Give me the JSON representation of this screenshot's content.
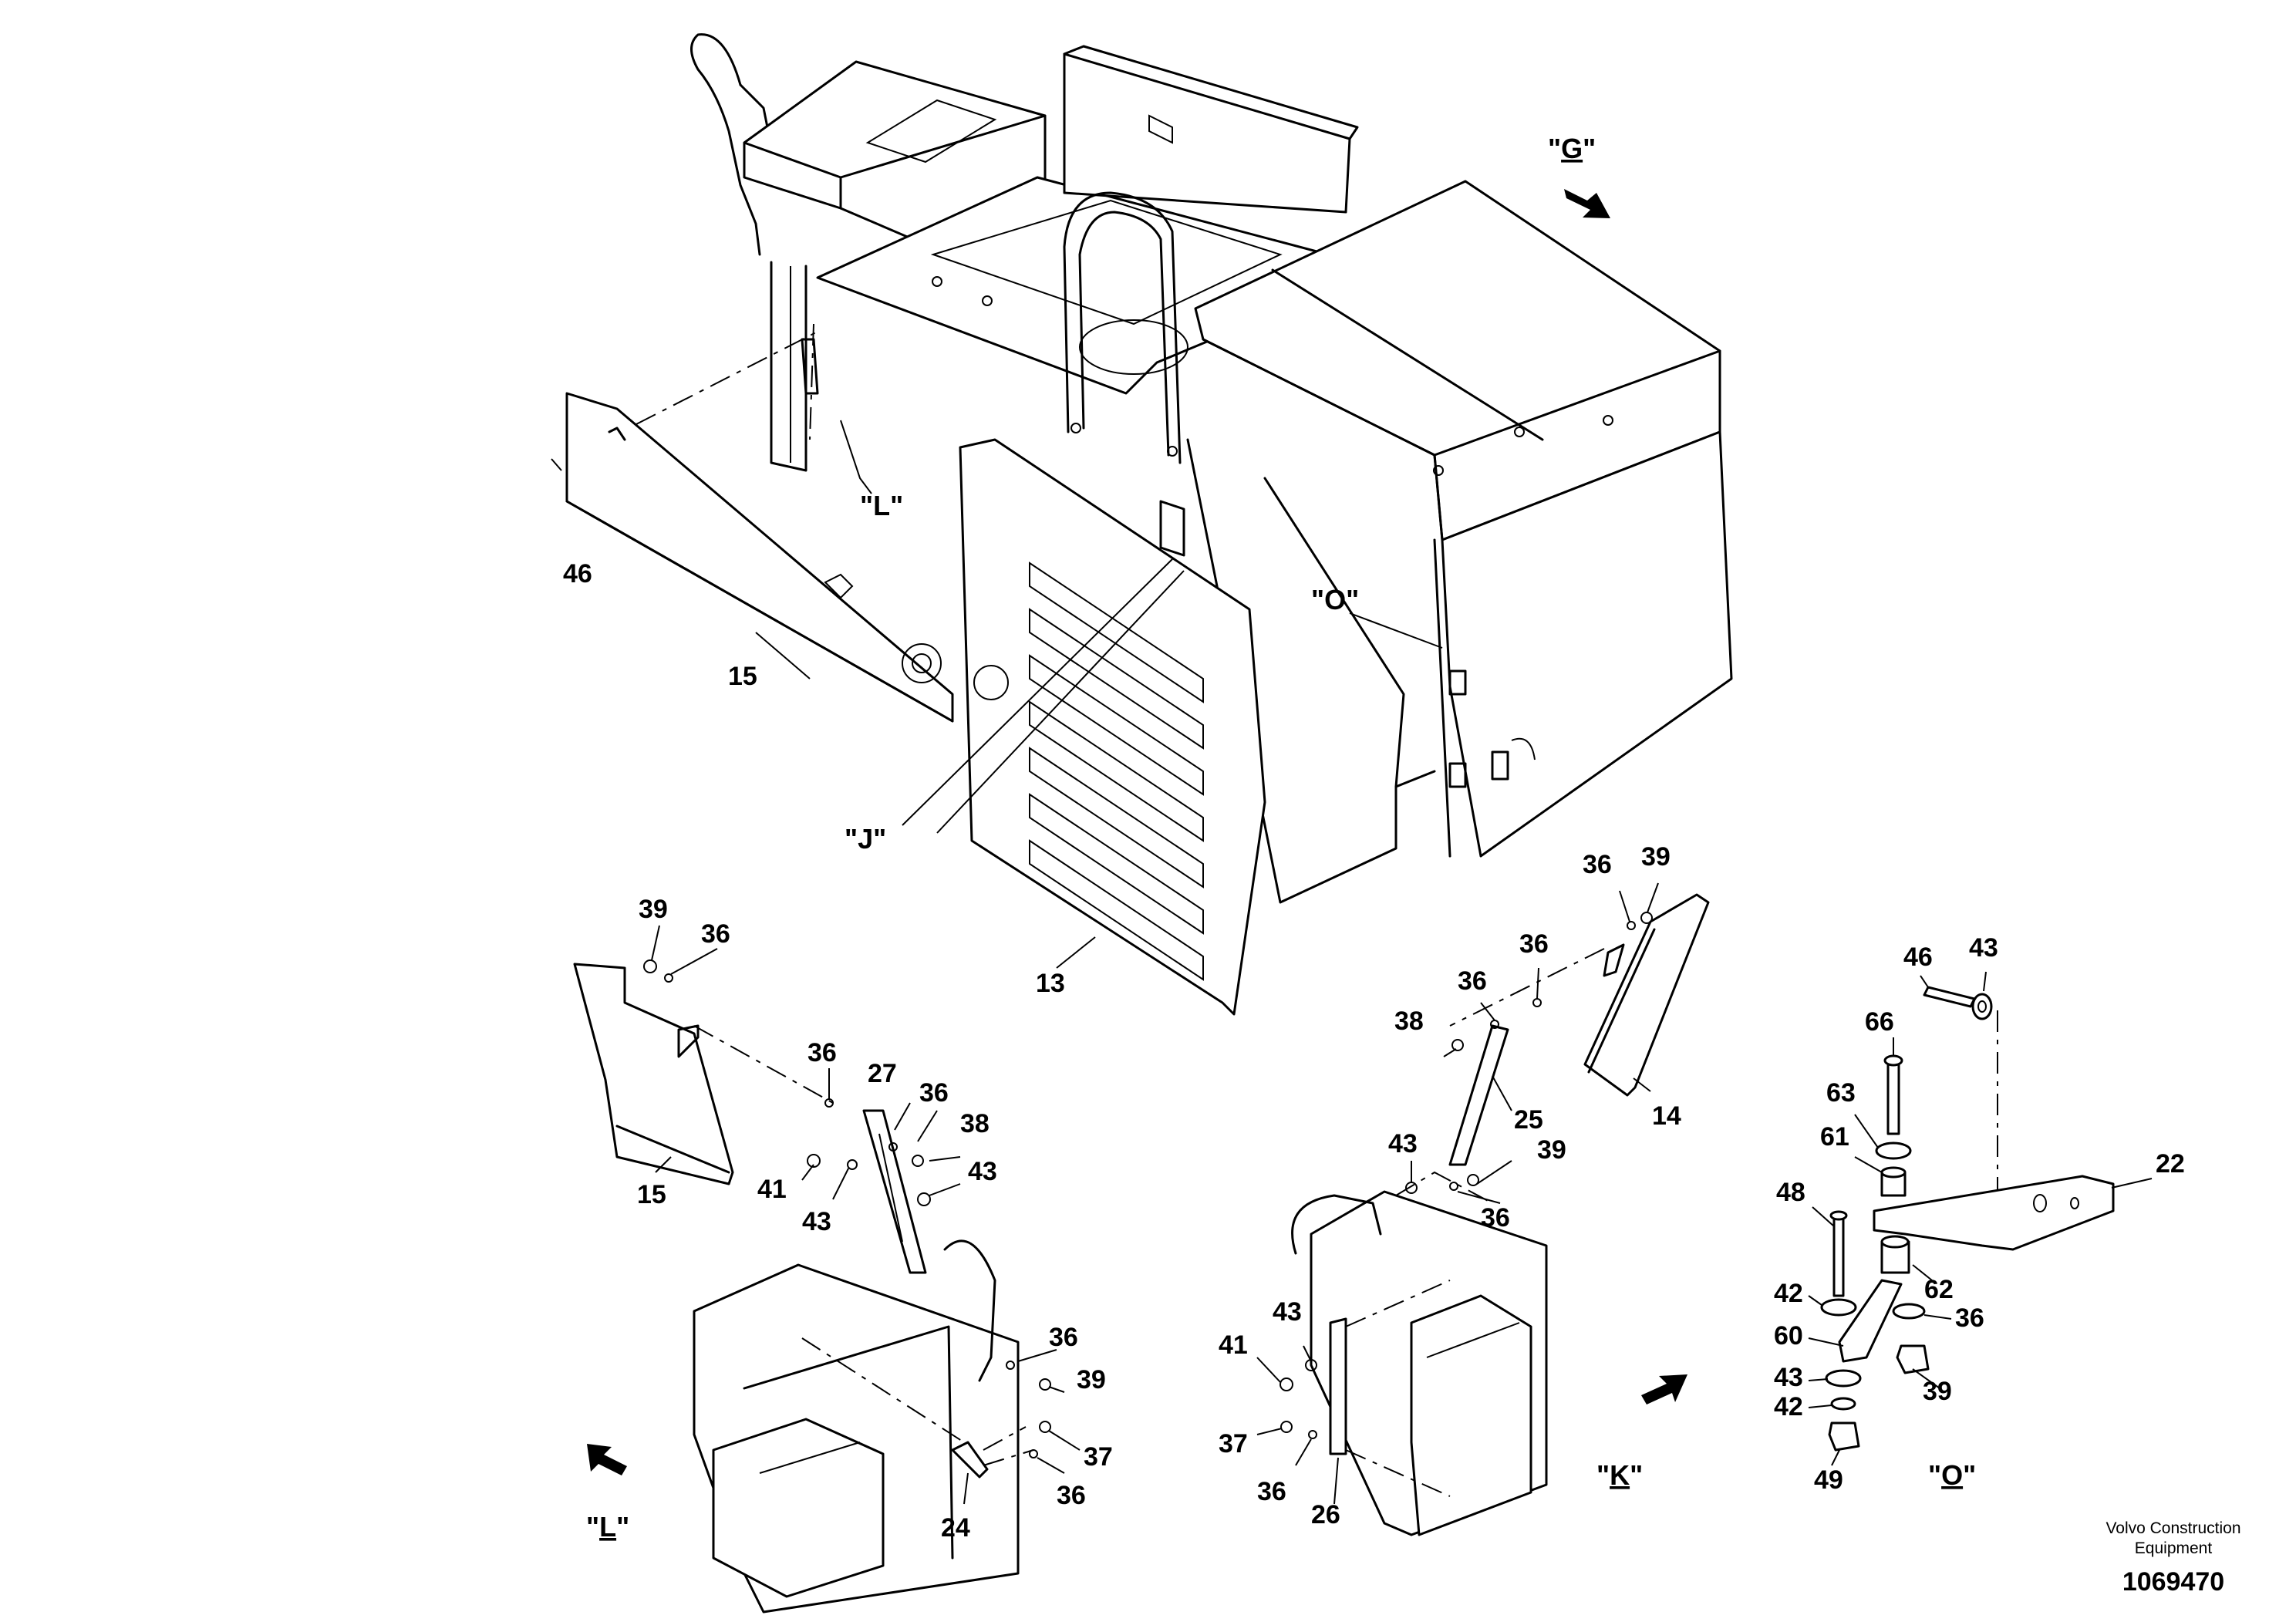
{
  "part_numbers": [
    {
      "id": "46",
      "text": "46"
    },
    {
      "id": "15",
      "text": "15"
    },
    {
      "id": "13",
      "text": "13"
    },
    {
      "id": "39",
      "text": "39"
    },
    {
      "id": "36",
      "text": "36"
    },
    {
      "id": "27",
      "text": "27"
    },
    {
      "id": "38",
      "text": "38"
    },
    {
      "id": "41",
      "text": "41"
    },
    {
      "id": "43",
      "text": "43"
    },
    {
      "id": "24",
      "text": "24"
    },
    {
      "id": "37",
      "text": "37"
    },
    {
      "id": "25",
      "text": "25"
    },
    {
      "id": "14",
      "text": "14"
    },
    {
      "id": "26",
      "text": "26"
    },
    {
      "id": "66",
      "text": "66"
    },
    {
      "id": "63",
      "text": "63"
    },
    {
      "id": "61",
      "text": "61"
    },
    {
      "id": "48",
      "text": "48"
    },
    {
      "id": "42",
      "text": "42"
    },
    {
      "id": "60",
      "text": "60"
    },
    {
      "id": "62",
      "text": "62"
    },
    {
      "id": "22",
      "text": "22"
    },
    {
      "id": "49",
      "text": "49"
    }
  ],
  "view_letters": {
    "G": "G",
    "L": "L",
    "J": "J",
    "O": "O",
    "K": "K"
  },
  "footer": {
    "company_line1": "Volvo Construction",
    "company_line2": "Equipment",
    "figure_number": "1069470"
  }
}
